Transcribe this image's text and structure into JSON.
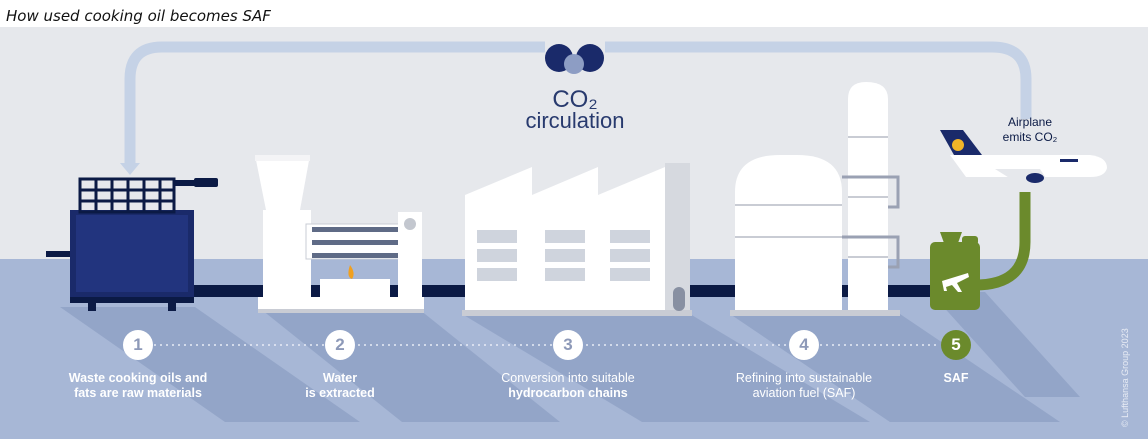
{
  "title": "How used cooking oil becomes SAF",
  "co2": {
    "title": "CO₂",
    "subtitle": "circulation"
  },
  "airplane": {
    "label_line1": "Airplane",
    "label_line2": "emits CO₂",
    "logo": "Lufthansa"
  },
  "steps": [
    {
      "number": "1",
      "caption_line1": "Waste cooking oils and",
      "caption_line2": "fats are raw materials"
    },
    {
      "number": "2",
      "caption_line1": "Water",
      "caption_line2": "is extracted"
    },
    {
      "number": "3",
      "caption_line1": "Conversion into suitable",
      "caption_line2": "hydrocarbon chains"
    },
    {
      "number": "4",
      "caption_line1": "Refining into sustainable",
      "caption_line2": "aviation fuel (SAF)"
    },
    {
      "number": "5",
      "caption_line1": "SAF",
      "caption_line2": ""
    }
  ],
  "copyright": "© Lufthansa Group 2023",
  "colors": {
    "sky": "#e6e8ec",
    "ground": "#a7b7d6",
    "pipe": "#0b1a45",
    "co2_loop": "#c5d2e6",
    "navy": "#1a2a6a",
    "green": "#6b8a2c",
    "white": "#ffffff"
  },
  "icons": [
    "fryer-icon",
    "press-icon",
    "factory-icon",
    "refinery-icon",
    "jerrycan-icon",
    "airplane-icon",
    "co2-molecule-icon"
  ]
}
